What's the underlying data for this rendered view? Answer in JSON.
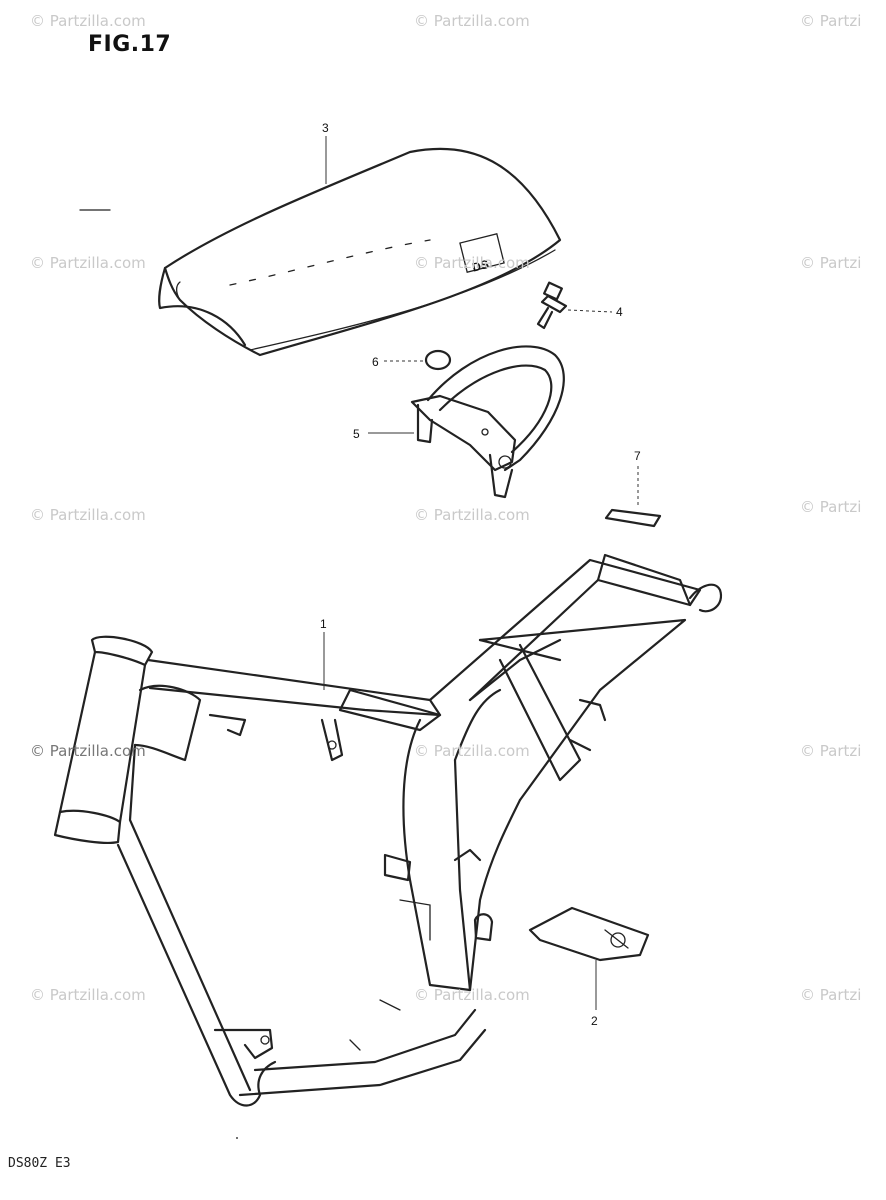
{
  "figure": {
    "title": "FIG.17",
    "footer_code": "DS80Z E3"
  },
  "seat_logo": "DS",
  "watermark": {
    "text": "© Partzilla.com",
    "partial_text": "© Partzi"
  },
  "callouts": [
    {
      "id": "1",
      "label": "1"
    },
    {
      "id": "2",
      "label": "2"
    },
    {
      "id": "3",
      "label": "3"
    },
    {
      "id": "4",
      "label": "4"
    },
    {
      "id": "5",
      "label": "5"
    },
    {
      "id": "6",
      "label": "6"
    },
    {
      "id": "7",
      "label": "7"
    }
  ],
  "parts": [
    {
      "ref": "1",
      "icon": "frame-icon"
    },
    {
      "ref": "2",
      "icon": "frame-cover-plate-icon"
    },
    {
      "ref": "3",
      "icon": "seat-icon"
    },
    {
      "ref": "4",
      "icon": "bolt-icon"
    },
    {
      "ref": "5",
      "icon": "seat-bracket-icon"
    },
    {
      "ref": "6",
      "icon": "cushion-icon"
    },
    {
      "ref": "7",
      "icon": "pad-icon"
    }
  ]
}
